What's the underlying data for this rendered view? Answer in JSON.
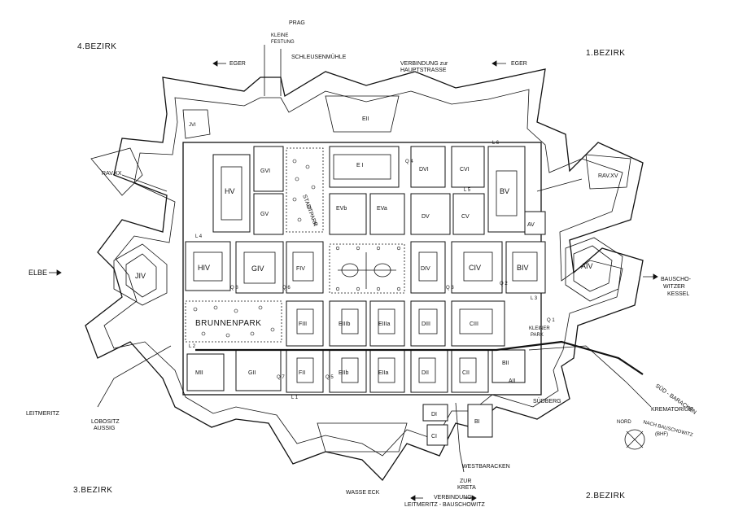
{
  "districts": {
    "d1": "1.BEZIRK",
    "d2": "2.BEZIRK",
    "d3": "3.BEZIRK",
    "d4": "4.BEZIRK"
  },
  "directions": {
    "prag": "PRAG",
    "kleine_festung_1": "KLEINE",
    "kleine_festung_2": "FESTUNG",
    "schleusenmuehle": "SCHLEUSENMÜHLE",
    "eger_left": "EGER",
    "eger_right": "EGER",
    "verbindung_1": "VERBINDUNG zur",
    "verbindung_2": "HAUPTSTRASSE",
    "elbe": "ELBE",
    "bauschowitzer_1": "BAUSCHO-",
    "bauschowitzer_2": "WITZER",
    "bauschowitzer_3": "KESSEL",
    "leitmeritz": "LEITMERITZ",
    "lobositz": "LOBOSITZ",
    "aussig": "AUSSIG",
    "westbaracken": "WESTBARACKEN",
    "zur_kreta_1": "ZUR",
    "zur_kreta_2": "KRETA",
    "verbindung_lb_1": "VERBINDUNG",
    "verbindung_lb_2": "LEITMERITZ - BAUSCHOWITZ",
    "wasserneck": "WASSE  ECK",
    "suedberg": "SÜDBERG",
    "sued_baracken": "SÜD - BARACKEN",
    "krematorium": "KREMATORIUM",
    "nach_bauschowitz_1": "NACH BAUSCHOWITZ",
    "nach_bauschowitz_2": "(BHF)",
    "nord": "NORD"
  },
  "areas": {
    "rav_xx": "RAV.XX",
    "rav_xv": "RAV.XV",
    "j_iv": "JIV",
    "a_iv": "AIV",
    "j_vi": "JVI",
    "e_ii": "EII",
    "m_ii": "MII",
    "a_ii": "AII",
    "kleiner_park_1": "KLEINER",
    "kleiner_park_2": "PARK",
    "stadtpark": "STADTPARK",
    "brunnenpark": "BRUNNENPARK",
    "e_iv_top": "E I"
  },
  "blocks": {
    "h_v": "HV",
    "g_vi": "GVI",
    "g_v": "GV",
    "e_vb": "EVb",
    "e_va": "EVa",
    "d_vi": "DVI",
    "c_vi": "CVI",
    "d_v": "DV",
    "c_v": "CV",
    "b_v": "BV",
    "a_v": "AV",
    "h_iv": "HIV",
    "g_iv": "GIV",
    "f_iv": "FIV",
    "d_iv": "DIV",
    "c_iv": "CIV",
    "b_iv": "BIV",
    "f_iii": "FIII",
    "e_iiib": "EIIIb",
    "e_iiia": "EIIIa",
    "d_iii": "DIII",
    "c_iii": "CIII",
    "g_ii": "GII",
    "f_ii": "FII",
    "e_iib": "EIIb",
    "e_iia": "EIIa",
    "d_ii": "DII",
    "c_ii": "CII",
    "b_ii": "BII",
    "d_i": "DI",
    "b_i": "BI",
    "c_i": "CI"
  },
  "streets": {
    "l1": "L 1",
    "l2": "L 2",
    "l3": "L 3",
    "l4": "L 4",
    "l5": "L 5",
    "l6": "L 6",
    "q1": "Q 1",
    "q2": "Q 2",
    "q3": "Q 3",
    "q4": "Q 4",
    "q5": "Q 5",
    "q6": "Q 6",
    "q7": "Q 7",
    "q8": "Q 8"
  }
}
